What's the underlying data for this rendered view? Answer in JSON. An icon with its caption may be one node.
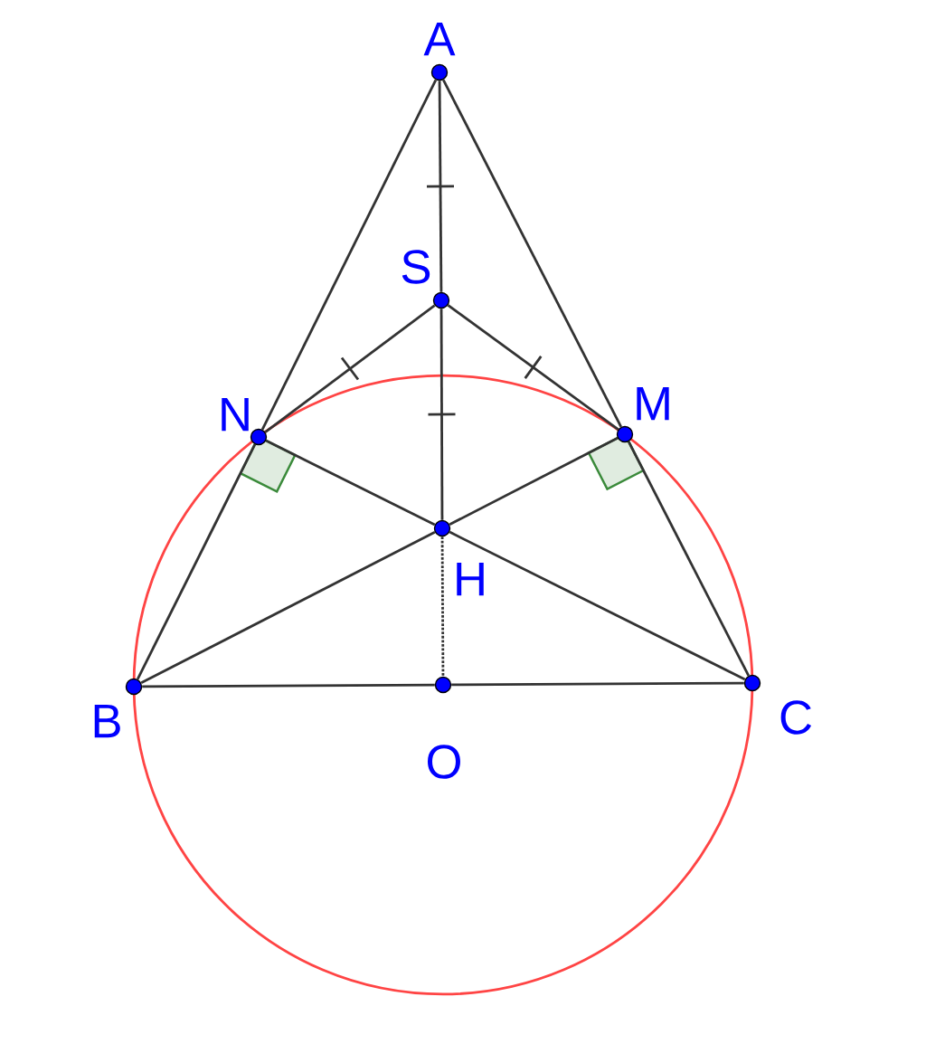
{
  "diagram": {
    "nodes": [
      {
        "text": [
          "A"
        ]
      },
      {
        "text": [
          "S"
        ]
      },
      {
        "text": [
          "N"
        ]
      },
      {
        "text": [
          "M"
        ]
      },
      {
        "text": [
          "H"
        ]
      },
      {
        "text": [
          "B"
        ]
      },
      {
        "text": [
          "O"
        ]
      },
      {
        "text": [
          "C"
        ]
      }
    ],
    "edges": [
      {
        "from": 0,
        "to": 2,
        "arrow": "none"
      },
      {
        "from": 2,
        "to": 5,
        "arrow": "none"
      },
      {
        "from": 0,
        "to": 3,
        "arrow": "none"
      },
      {
        "from": 3,
        "to": 7,
        "arrow": "none"
      },
      {
        "from": 5,
        "to": 6,
        "arrow": "none"
      },
      {
        "from": 6,
        "to": 7,
        "arrow": "none"
      },
      {
        "from": 0,
        "to": 1,
        "arrow": "none"
      },
      {
        "from": 1,
        "to": 4,
        "arrow": "none"
      },
      {
        "from": 4,
        "to": 6,
        "arrow": "none",
        "style": "dashed"
      },
      {
        "from": 1,
        "to": 2,
        "arrow": "none"
      },
      {
        "from": 1,
        "to": 3,
        "arrow": "none"
      },
      {
        "from": 5,
        "to": 4,
        "arrow": "none"
      },
      {
        "from": 4,
        "to": 3,
        "arrow": "none"
      },
      {
        "from": 7,
        "to": 4,
        "arrow": "none"
      },
      {
        "from": 4,
        "to": 2,
        "arrow": "none"
      }
    ]
  }
}
